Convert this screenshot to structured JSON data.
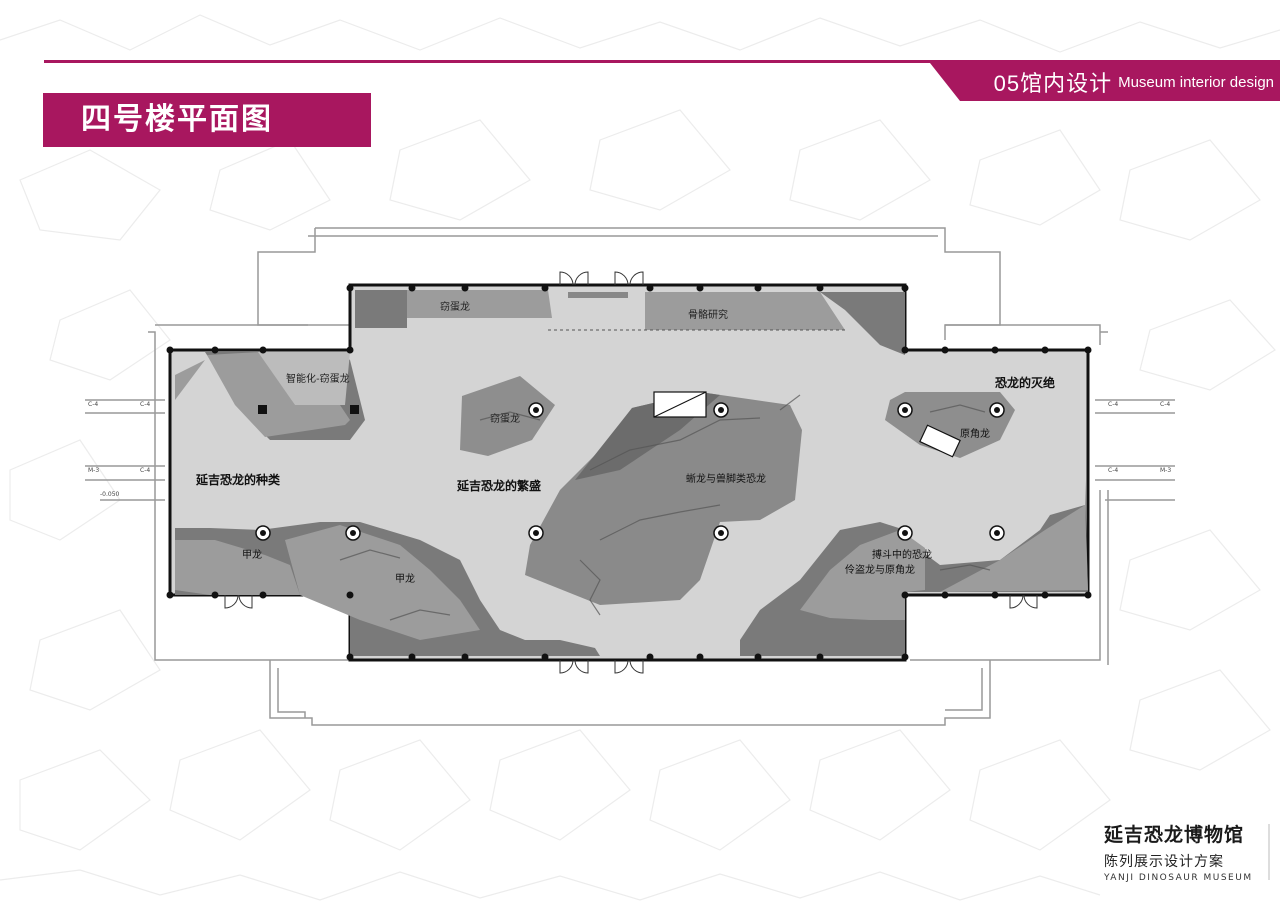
{
  "header": {
    "section_number": "05馆内设计",
    "section_english": "Museum interior design",
    "page_title": "四号楼平面图"
  },
  "plan": {
    "zone_labels": {
      "oviraptor_top": "窃蛋龙",
      "skeleton_research": "骨骼研究",
      "smart_oviraptor": "智能化-窃蛋龙",
      "oviraptor_island": "窃蛋龙",
      "species": "延吉恐龙的种类",
      "prosperity": "延吉恐龙的繁盛",
      "sauropod_theropod": "蜥龙与兽脚类恐龙",
      "extinction": "恐龙的灭绝",
      "ceratopsian": "原角龙",
      "armor_1": "甲龙",
      "armor_2": "甲龙",
      "fighting": "搏斗中的恐龙",
      "velociraptor_protoceratops": "伶盗龙与原角龙"
    },
    "small_labels": {
      "c4_left_1": "C-4",
      "c4_left_2": "C-4",
      "m3_left": "M-3",
      "c4_left_3": "C-4",
      "level_mark": "-0.050",
      "c4_right_1": "C-4",
      "c4_right_2": "C-4",
      "c4_right_3": "C-4",
      "m3_right": "M-3"
    }
  },
  "footer": {
    "museum_name": "延吉恐龙博物馆",
    "subtitle": "陈列展示设计方案",
    "english": "YANJI DINOSAUR MUSEUM"
  },
  "colors": {
    "accent": "#a8175f",
    "floor": "#d4d4d4",
    "dark_zone": "#7a7a7a",
    "mid_zone": "#9c9c9c"
  }
}
